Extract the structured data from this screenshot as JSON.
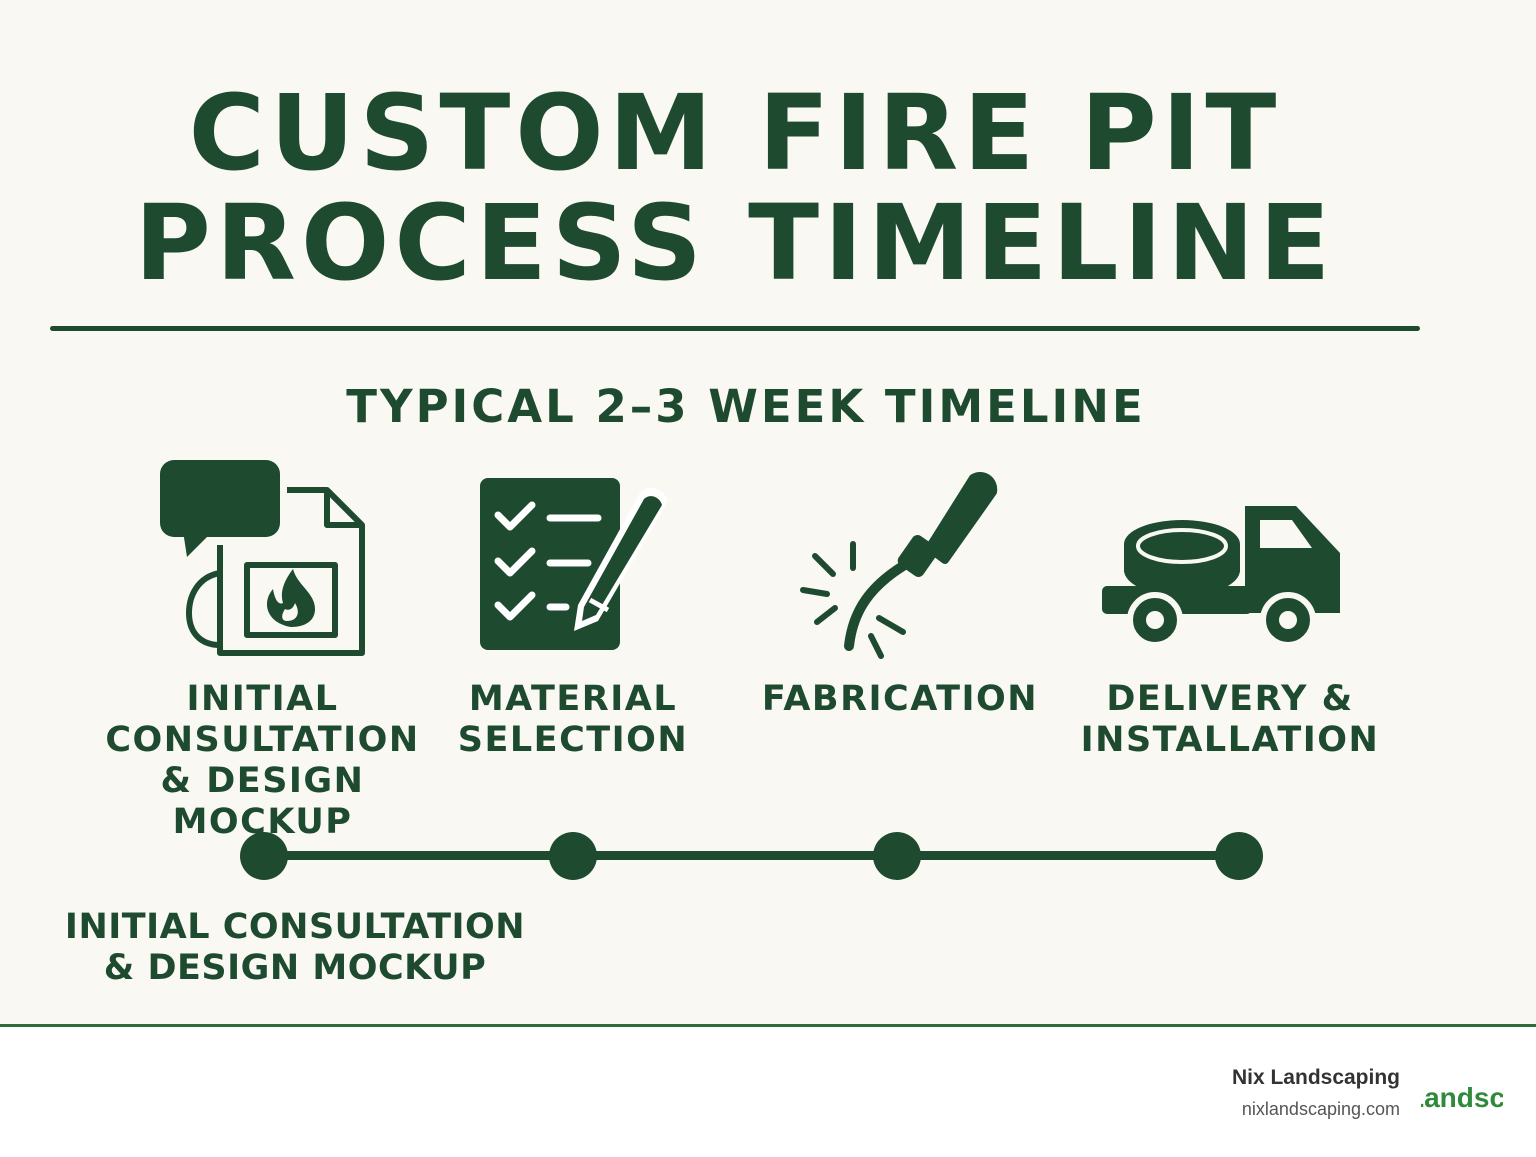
{
  "title": "CUSTOM FIRE PIT\nPROCESS TIMELINE",
  "subtitle": "TYPICAL 2–3 WEEK TIMELINE",
  "steps": [
    {
      "label": "INITIAL\nCONSULTATION\n& DESIGN MOCKUP",
      "icon": "consultation-design-icon"
    },
    {
      "label": "MATERIAL\nSELECTION",
      "icon": "checklist-pencil-icon"
    },
    {
      "label": "FABRICATION",
      "icon": "welding-torch-icon"
    },
    {
      "label": "DELIVERY &\nINSTALLATION",
      "icon": "delivery-truck-icon"
    }
  ],
  "bottom_label": "INITIAL CONSULTATION\n& DESIGN MOCKUP",
  "footer": {
    "brand_name": "Nix Landscaping",
    "brand_url": "nixlandscaping.com",
    "logo_text": "Landsc"
  },
  "colors": {
    "primary": "#1e4a30",
    "background": "#faf8f3",
    "logo": "#2f8a3c"
  }
}
